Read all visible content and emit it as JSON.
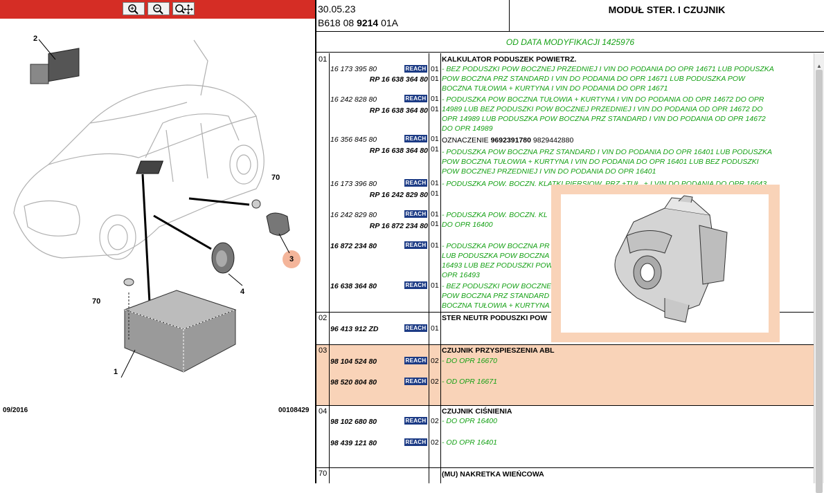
{
  "toolbar": {
    "zoom_in": "🔍+",
    "zoom_out": "🔍−",
    "zoom_fit": "🔍✥",
    "icons": [
      "zoom-in-icon",
      "zoom-out-icon",
      "zoom-fit-icon"
    ],
    "color": "#d52d25"
  },
  "diagram": {
    "callouts": [
      "2",
      "70",
      "3",
      "4",
      "70",
      "1"
    ],
    "date": "09/2016",
    "code": "00108429"
  },
  "header": {
    "date": "30.05.23",
    "ref_prefix": "B618 08 ",
    "ref_bold": "9214",
    "ref_suffix": " 01A",
    "title": "MODUŁ STER. I CZUJNIK"
  },
  "modification": "OD DATA MODYFIKACJI 1425976",
  "reach_label": "REACH",
  "groups": [
    {
      "num": "01",
      "title": "KALKULATOR PODUSZEK POWIETRZ.",
      "rows": [
        {
          "pn": "16 173 395 80",
          "rp": "RP 16 638 364 80",
          "qty": "01",
          "qty2": "01",
          "desc": "- BEZ PODUSZKI POW BOCZNEJ PRZEDNIEJ I VIN DO PODANIA DO OPR 14671 LUB PODUSZKA POW BOCZNA PRZ STANDARD I VIN DO PODANIA DO OPR 14671 LUB PODUSZKA POW BOCZNA TUŁOWIA + KURTYNA I VIN DO PODANIA DO OPR 14671"
        },
        {
          "pn": "16 242 828 80",
          "rp": "RP 16 638 364 80",
          "qty": "01",
          "qty2": "01",
          "desc": "- PODUSZKA POW BOCZNA TUŁOWIA + KURTYNA I VIN DO PODANIA OD OPR 14672 DO OPR 14989 LUB BEZ PODUSZKI POW BOCZNEJ PRZEDNIEJ I VIN DO PODANIA OD OPR 14672 DO OPR 14989 LUB PODUSZKA POW BOCZNA PRZ STANDARD I VIN DO PODANIA OD OPR 14672 DO OPR 14989"
        },
        {
          "pn": "16 356 845 80",
          "rp": "RP 16 638 364 80",
          "qty": "01",
          "qty2": "01",
          "note_label": "OZNACZENIE ",
          "note_bold": "9692391780",
          "note_rest": " 9829442880",
          "desc": "- PODUSZKA POW BOCZNA PRZ STANDARD I VIN DO PODANIA DO OPR 16401 LUB PODUSZKA POW BOCZNA TUŁOWIA + KURTYNA I VIN DO PODANIA DO OPR 16401 LUB BEZ PODUSZKI POW BOCZNEJ PRZEDNIEJ I VIN DO PODANIA DO OPR 16401"
        },
        {
          "pn": "16 173 396 80",
          "rp": "RP 16 242 829 80",
          "qty": "01",
          "qty2": "01",
          "desc": "- PODUSZKA POW. BOCZN. KLATKI PIERSIOW. PRZ.+TUŁ. + I VIN DO PODANIA DO OPR 16643"
        },
        {
          "pn": "16 242 829 80",
          "rp": "RP 16 872 234 80",
          "qty": "01",
          "qty2": "01",
          "desc": "- PODUSZKA POW. BOCZN. KL",
          "desc2": "DO OPR 16400"
        },
        {
          "pn": "16 872 234 80",
          "qty": "01",
          "desc": "- PODUSZKA POW BOCZNA PR",
          "desc2": "LUB PODUSZKA POW BOCZNA",
          "desc3": "16493 LUB BEZ PODUSZKI POW",
          "desc4": "OPR 16493"
        },
        {
          "pn": "16 638 364 80",
          "qty": "01",
          "desc": "- BEZ PODUSZKI POW BOCZNE",
          "desc2": "POW BOCZNA PRZ STANDARD",
          "desc3": "BOCZNA TUŁOWIA + KURTYNA"
        }
      ]
    },
    {
      "num": "02",
      "title": "STER NEUTR PODUSZKI POW",
      "rows": [
        {
          "pn": "96 413 912 ZD",
          "qty": "01"
        }
      ]
    },
    {
      "num": "03",
      "title": "CZUJNIK PRZYSPIESZENIA ABL",
      "rows": [
        {
          "pn": "98 104 524 80",
          "qty": "02",
          "desc": "- DO OPR 16670"
        },
        {
          "pn": "98 520 804 80",
          "qty": "02",
          "desc": "- OD OPR 16671"
        }
      ]
    },
    {
      "num": "04",
      "title": "CZUJNIK CIŚNIENIA",
      "rows": [
        {
          "pn": "98 102 680 80",
          "qty": "02",
          "desc": "- DO OPR 16400"
        },
        {
          "pn": "98 439 121 80",
          "qty": "02",
          "desc": "- OD OPR 16401"
        }
      ]
    },
    {
      "num": "70",
      "title": "(MU) NAKRETKA WIEŃCOWA",
      "rows": []
    }
  ],
  "colors": {
    "highlight": "#f9d3b8",
    "green": "#14a014",
    "reach": "#1c3b85"
  }
}
